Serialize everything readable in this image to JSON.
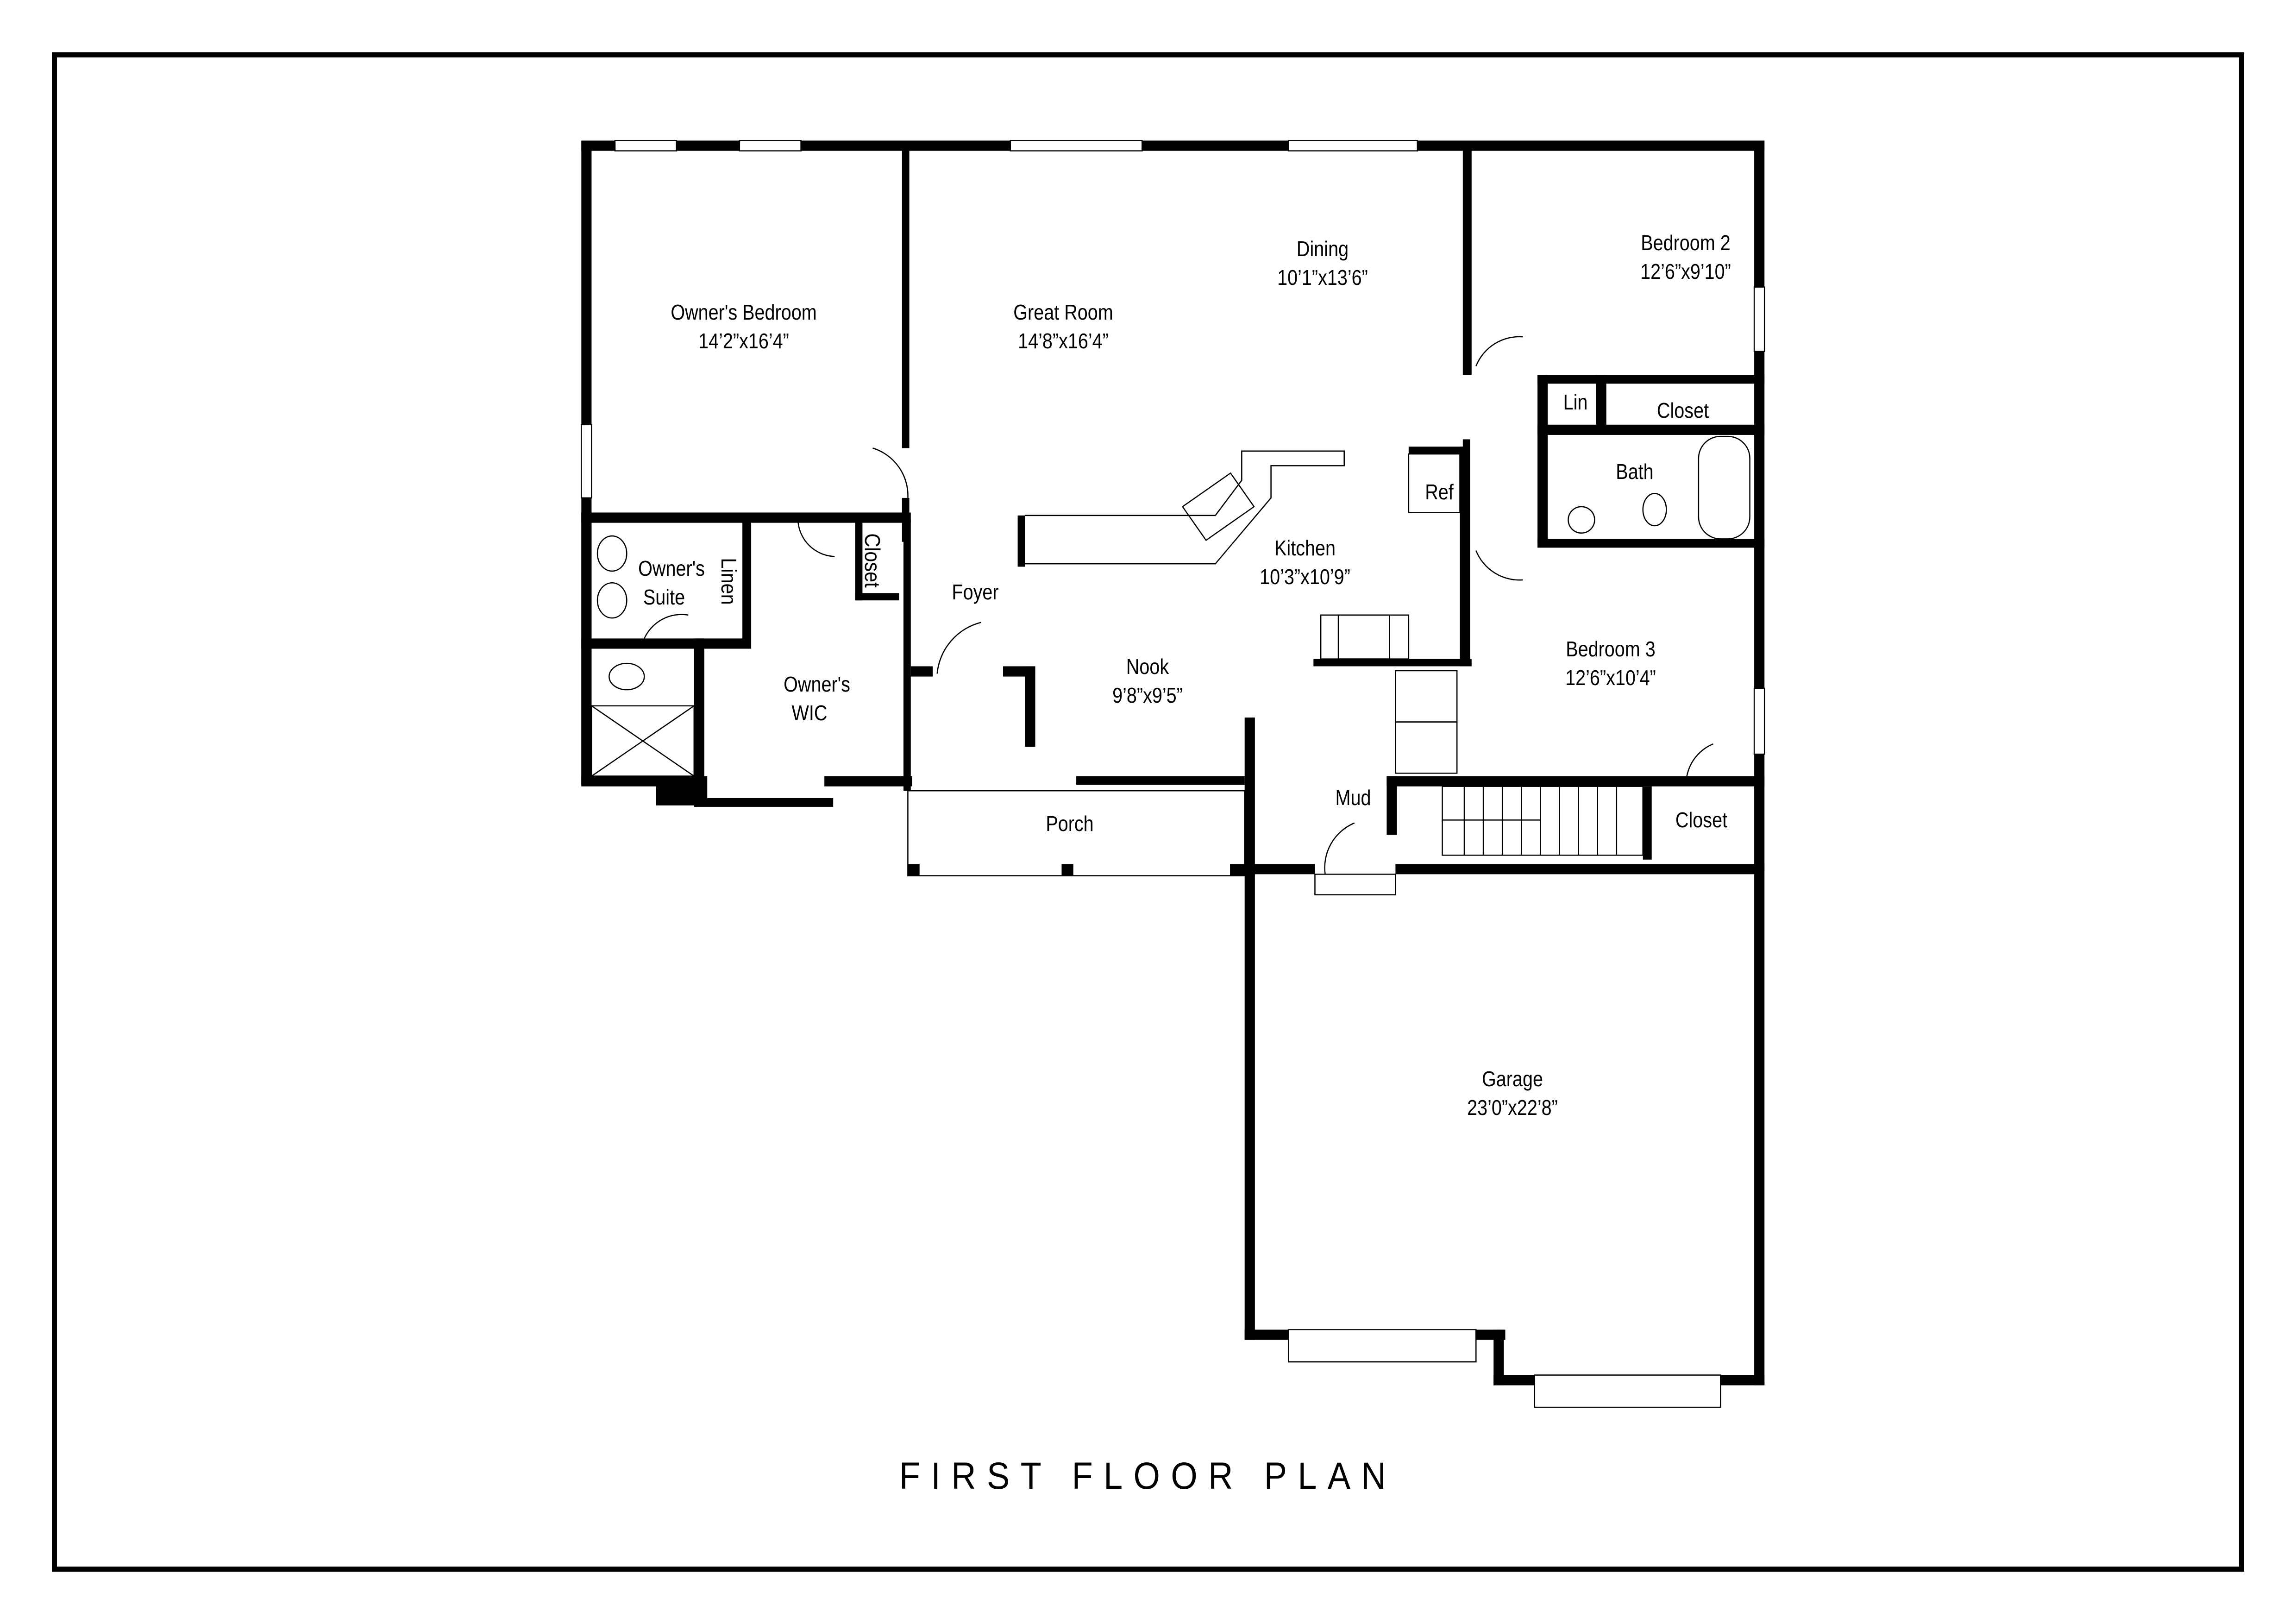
{
  "title": "FIRST FLOOR PLAN",
  "colors": {
    "wall": "#000000",
    "background": "#ffffff",
    "fixture_line": "#000000",
    "thin_line": "#555555"
  },
  "rooms": [
    {
      "id": "owners-bedroom",
      "name": "Owner's Bedroom",
      "dimensions": "14’2”x16’4”"
    },
    {
      "id": "great-room",
      "name": "Great Room",
      "dimensions": "14’8”x16’4”"
    },
    {
      "id": "dining",
      "name": "Dining",
      "dimensions": "10’1”x13’6”"
    },
    {
      "id": "bedroom-2",
      "name": "Bedroom 2",
      "dimensions": "12’6”x9’10”"
    },
    {
      "id": "lin",
      "name": "Lin",
      "dimensions": ""
    },
    {
      "id": "closet-bed2",
      "name": "Closet",
      "dimensions": ""
    },
    {
      "id": "bath",
      "name": "Bath",
      "dimensions": ""
    },
    {
      "id": "ref",
      "name": "Ref",
      "dimensions": ""
    },
    {
      "id": "kitchen",
      "name": "Kitchen",
      "dimensions": "10’3”x10’9”"
    },
    {
      "id": "owners-suite",
      "name": "Owner's Suite",
      "dimensions": ""
    },
    {
      "id": "linen",
      "name": "Linen",
      "dimensions": ""
    },
    {
      "id": "closet-foyer",
      "name": "Closet",
      "dimensions": ""
    },
    {
      "id": "foyer",
      "name": "Foyer",
      "dimensions": ""
    },
    {
      "id": "owners-wic",
      "name": "Owner's WIC",
      "dimensions": ""
    },
    {
      "id": "nook",
      "name": "Nook",
      "dimensions": "9’8”x9’5”"
    },
    {
      "id": "bedroom-3",
      "name": "Bedroom 3",
      "dimensions": "12’6”x10’4”"
    },
    {
      "id": "mud",
      "name": "Mud",
      "dimensions": ""
    },
    {
      "id": "closet-bed3",
      "name": "Closet",
      "dimensions": ""
    },
    {
      "id": "porch",
      "name": "Porch",
      "dimensions": ""
    },
    {
      "id": "garage",
      "name": "Garage",
      "dimensions": "23’0”x22’8”"
    }
  ],
  "fixtures": [
    "double-sink",
    "range",
    "refrigerator",
    "toilet",
    "bathtub",
    "vanity-sink",
    "shower",
    "stairs",
    "washer-dryer"
  ]
}
